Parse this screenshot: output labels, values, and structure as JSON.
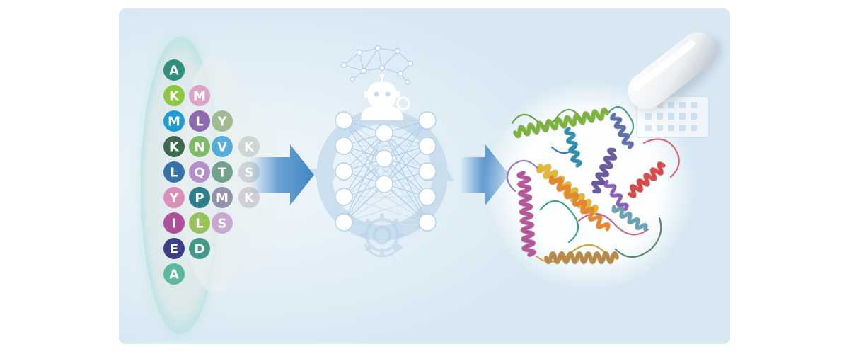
{
  "columns": [
    {
      "letters": [
        "A",
        "K",
        "M",
        "K",
        "L",
        "Y",
        "I",
        "E",
        "A"
      ],
      "colors": [
        "#2f8f7d",
        "#8dc63f",
        "#1c9ad6",
        "#3d6a4d",
        "#3672a8",
        "#d98fb8",
        "#b04f9a",
        "#3a3f86",
        "#5bb89a"
      ]
    },
    {
      "letters": [
        "M",
        "L",
        "N",
        "Q",
        "P",
        "L",
        "D"
      ],
      "colors": [
        "#dca3c8",
        "#8b6aae",
        "#7fb96a",
        "#b58fc9",
        "#2e7f8c",
        "#98c25a",
        "#44998a"
      ]
    },
    {
      "letters": [
        "Y",
        "V",
        "T",
        "M",
        "S"
      ],
      "colors": [
        "#98b78a",
        "#4aa7d9",
        "#6b9a86",
        "#8f8aa6",
        "#c5a4cc"
      ]
    },
    {
      "letters": [
        "K",
        "S",
        "K"
      ],
      "colors": [
        "#c2cec9",
        "#c4c9cf",
        "#c7c2cc"
      ]
    }
  ],
  "colors": {
    "panel": "#dcebf5",
    "arrow": "#3f86c6",
    "node": "#ffffff",
    "edge": "#a9c9e6"
  },
  "icons": {
    "network": "network-icon",
    "robot": "robot-icon",
    "magnifier": "magnifier-icon",
    "gear": "gear-icon",
    "capsule": "capsule-icon",
    "hospital": "hospital-icon",
    "protein": "protein-structure-icon"
  }
}
